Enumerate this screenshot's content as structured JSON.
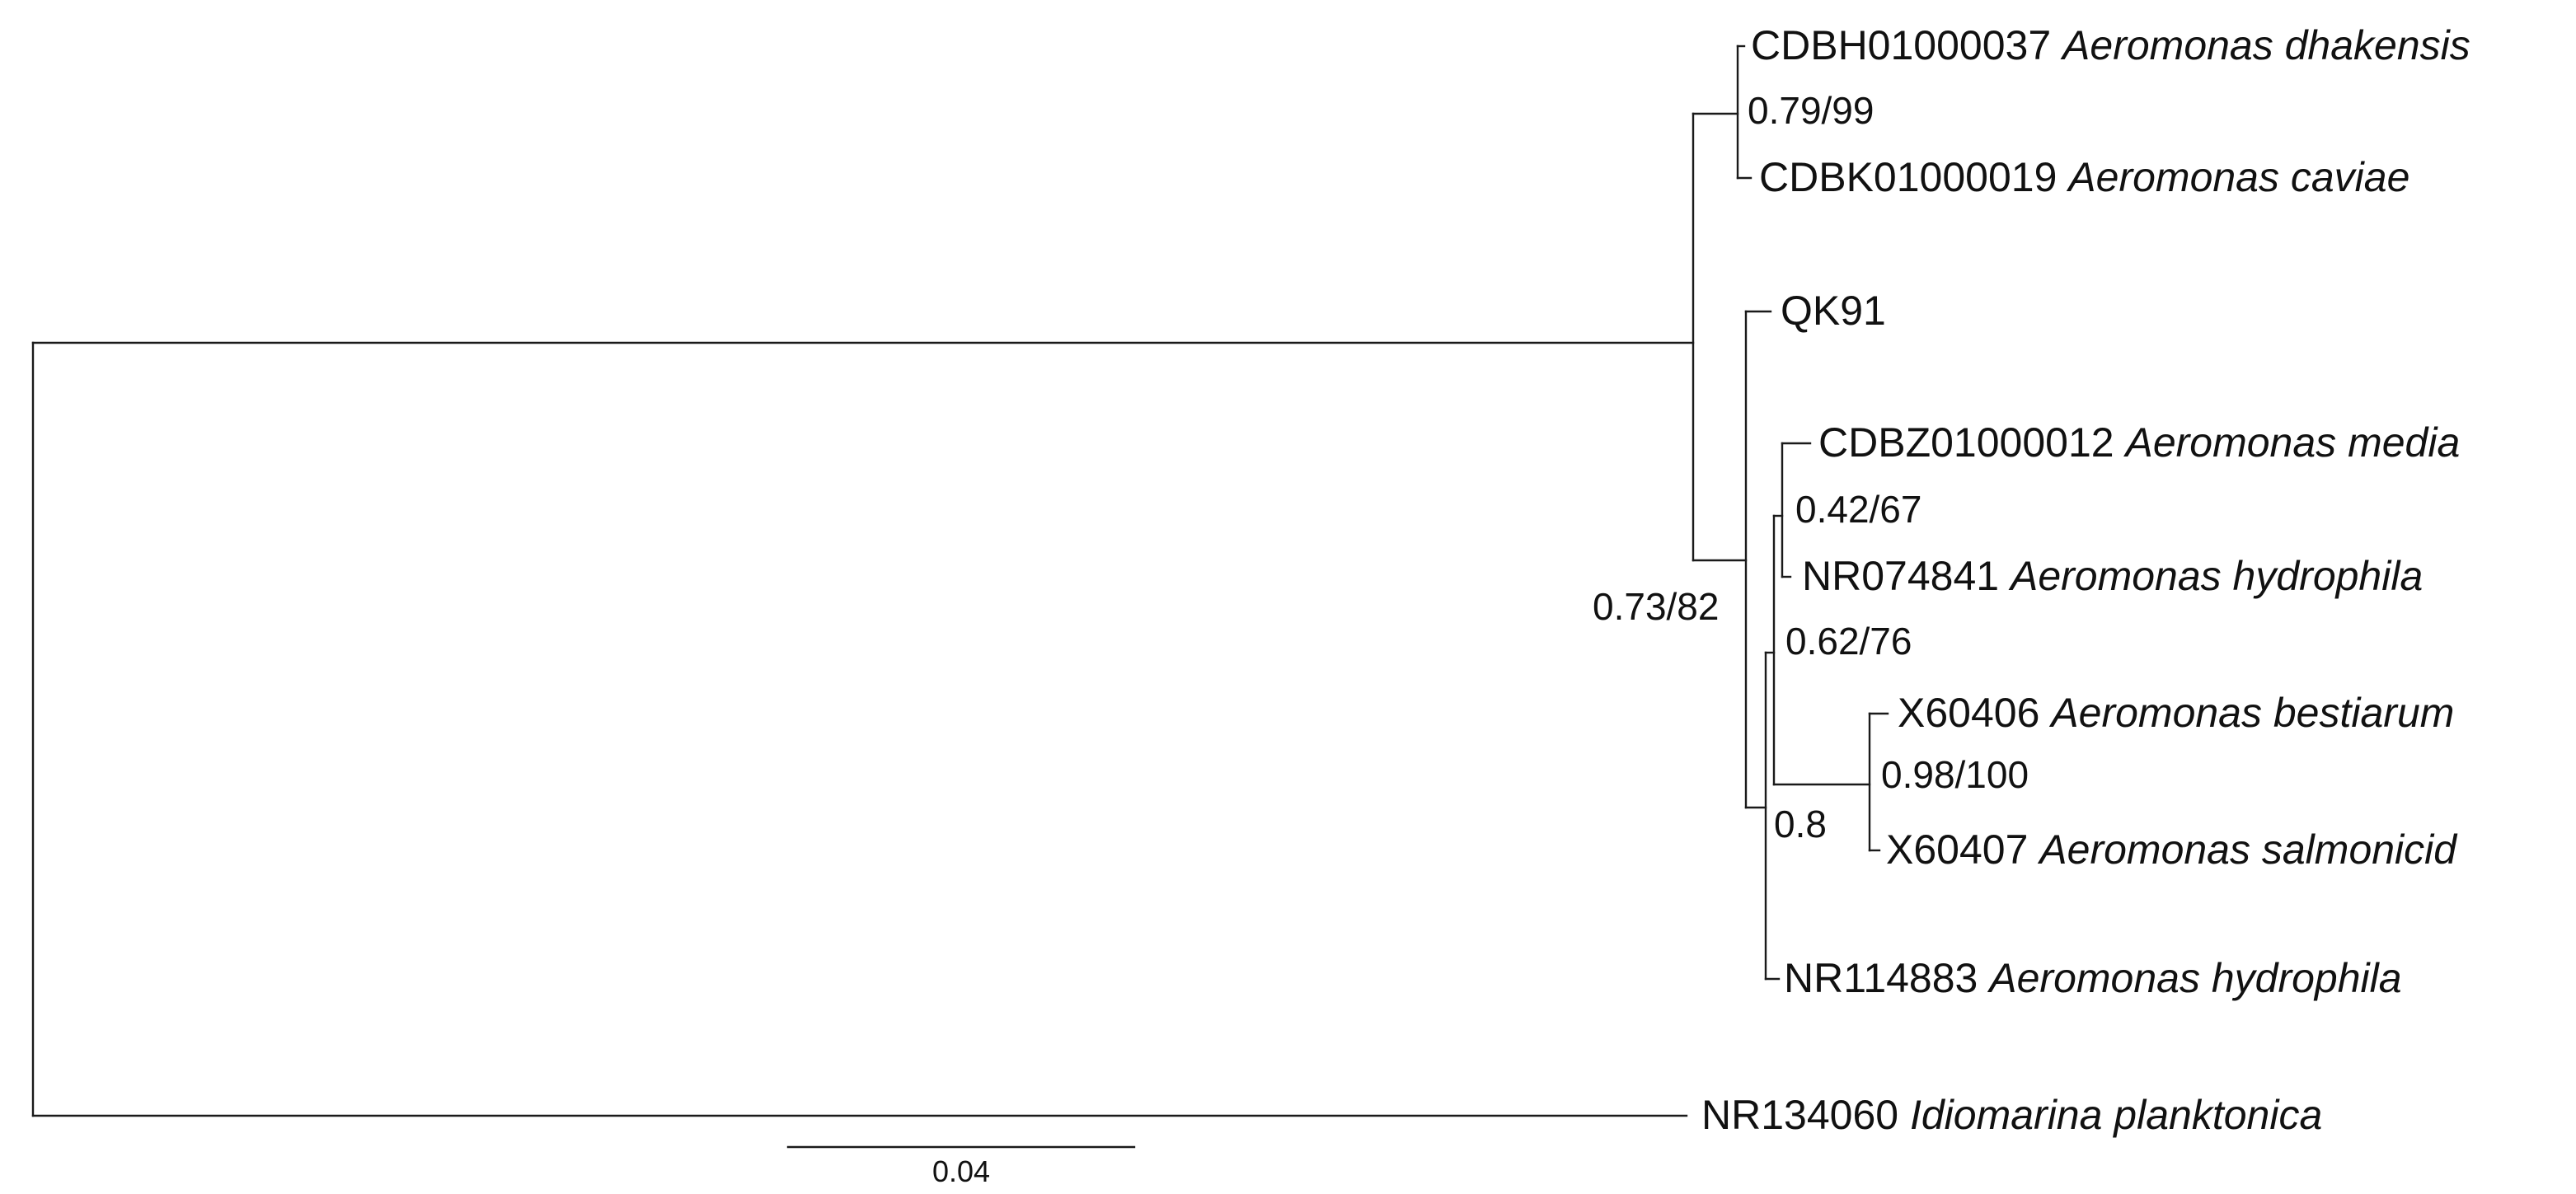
{
  "tree": {
    "taxa": [
      {
        "accession": "CDBH01000037",
        "species": "Aeromonas dhakensis"
      },
      {
        "accession": "CDBK01000019",
        "species": "Aeromonas caviae"
      },
      {
        "accession": "QK91",
        "species": ""
      },
      {
        "accession": "CDBZ01000012",
        "species": "Aeromonas media"
      },
      {
        "accession": "NR074841",
        "species": "Aeromonas hydrophila"
      },
      {
        "accession": "X60406",
        "species": "Aeromonas bestiarum"
      },
      {
        "accession": "X60407",
        "species": "Aeromonas salmonicid"
      },
      {
        "accession": "NR114883",
        "species": "Aeromonas hydrophila"
      },
      {
        "accession": "NR134060",
        "species": "Idiomarina planktonica"
      }
    ],
    "support": {
      "dhakensis_caviae": "0.79/99",
      "media_hydrophila": "0.42/67",
      "salmonicida_group": "0.62/76",
      "bestiarum_salmonicid": "0.98/100",
      "hydrophila_clade": "0.8",
      "aeromonas_clade": "0.73/82"
    },
    "scale_bar": "0.04"
  }
}
